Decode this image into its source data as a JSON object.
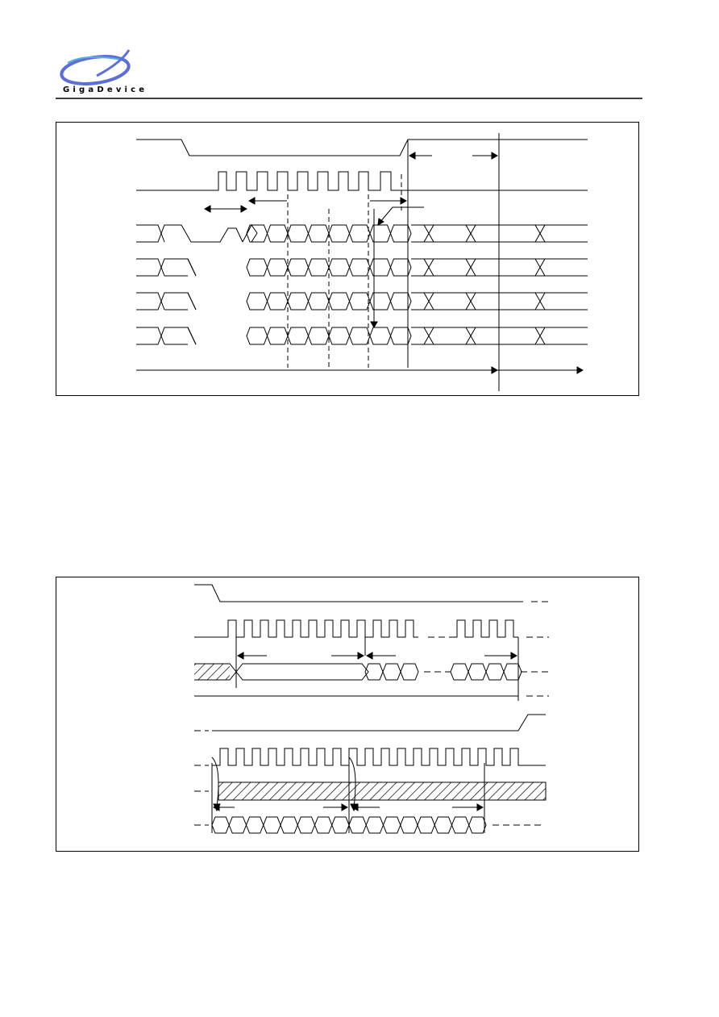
{
  "header": {
    "logo_text": "GigaDevice",
    "logo_colors": {
      "swoosh": "#5b6fd6",
      "accent": "#5ab0d8",
      "text": "#000000"
    }
  },
  "diagrams": [
    {
      "id": "top-timing-diagram",
      "line_color": "#000000"
    },
    {
      "id": "bottom-timing-diagram",
      "line_color": "#000000"
    }
  ]
}
